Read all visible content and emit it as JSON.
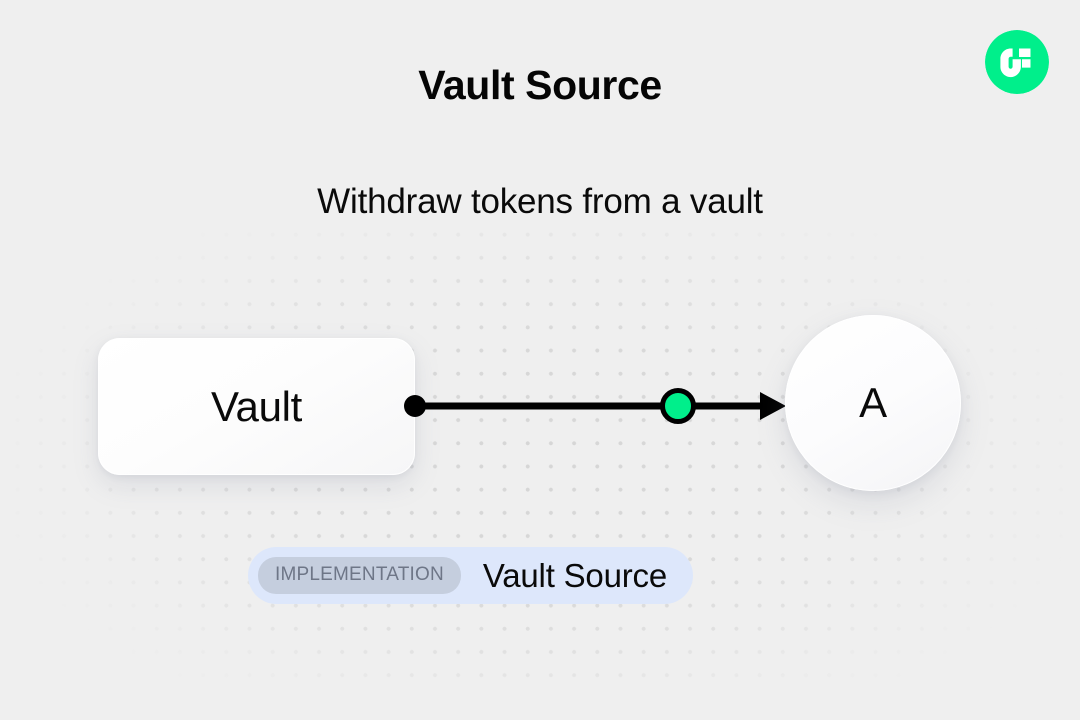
{
  "page": {
    "title": "Vault Source",
    "subtitle": "Withdraw tokens from a vault",
    "background_color": "#efefef",
    "dot_grid_color": "#d6d6d6"
  },
  "brand": {
    "logo_name": "flow-logo",
    "logo_color": "#00ef8b",
    "logo_mark_color": "#ffffff"
  },
  "diagram": {
    "nodes": [
      {
        "id": "vault",
        "label": "Vault",
        "shape": "rounded-rect"
      },
      {
        "id": "a",
        "label": "A",
        "shape": "circle"
      }
    ],
    "edge": {
      "from": "vault",
      "to": "a",
      "line_color": "#000000",
      "source_handle_color": "#000000",
      "midpoint_handle_color": "#00ef8b",
      "arrowhead": "arrow-right"
    }
  },
  "badge": {
    "tag_label": "IMPLEMENTATION",
    "name": "Vault Source",
    "background_color": "#dde7fb",
    "tag_background_color": "#c5cede",
    "tag_text_color": "#6e7687"
  }
}
